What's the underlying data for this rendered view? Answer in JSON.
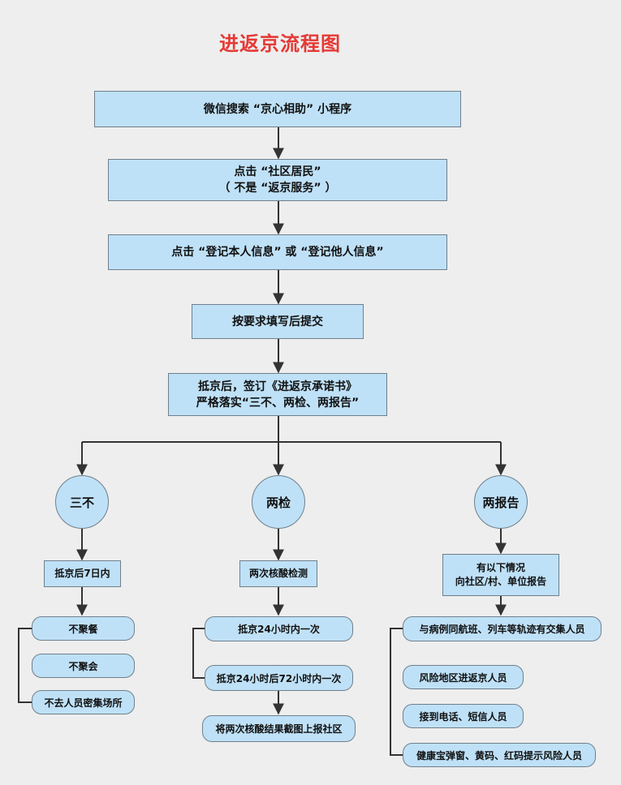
{
  "title": "进返京流程图",
  "steps": [
    {
      "lines": [
        "微信搜索 “京心相助” 小程序"
      ]
    },
    {
      "lines": [
        "点击 “社区居民”",
        "（ 不是 “返京服务” ）"
      ]
    },
    {
      "lines": [
        "点击 “登记本人信息” 或 “登记他人信息”"
      ]
    },
    {
      "lines": [
        "按要求填写后提交"
      ]
    },
    {
      "lines": [
        "抵京后，签订《进返京承诺书》",
        "严格落实“三不、两检、两报告”"
      ]
    }
  ],
  "branches": [
    {
      "name": "三不",
      "header": [
        "抵京后7日内"
      ],
      "items": [
        "不聚餐",
        "不聚会",
        "不去人员密集场所"
      ]
    },
    {
      "name": "两检",
      "header": [
        "两次核酸检测"
      ],
      "items": [
        "抵京24小时内一次",
        "抵京24小时后72小时内一次",
        "将两次核酸结果截图上报社区"
      ]
    },
    {
      "name": "两报告",
      "header": [
        "有以下情况",
        "向社区/村、单位报告"
      ],
      "items": [
        "与病例同航班、列车等轨迹有交集人员",
        "风险地区进返京人员",
        "接到电话、短信人员",
        "健康宝弹窗、黄码、红码提示风险人员"
      ]
    }
  ]
}
